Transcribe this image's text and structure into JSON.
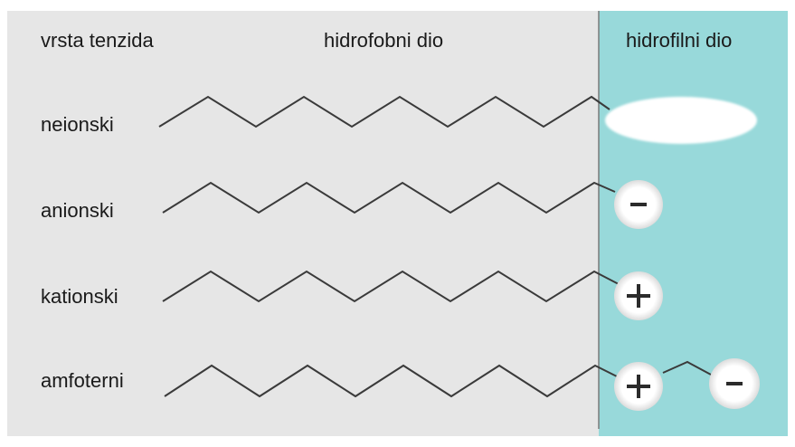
{
  "header": {
    "col_type": "vrsta tenzida",
    "col_hydrophobic": "hidrofobni dio",
    "col_hydrophilic": "hidrofilni dio"
  },
  "colors": {
    "hydrophobic_bg": "#e6e6e6",
    "hydrophilic_bg": "#98d9da",
    "chain": "#3a3a3a",
    "head": "#ffffff",
    "divider": "#7a7a7a"
  },
  "rows": [
    {
      "label": "neionski",
      "head": "neutral"
    },
    {
      "label": "anionski",
      "head": "minus"
    },
    {
      "label": "kationski",
      "head": "plus"
    },
    {
      "label": "amfoterni",
      "head": "plus-minus"
    }
  ]
}
